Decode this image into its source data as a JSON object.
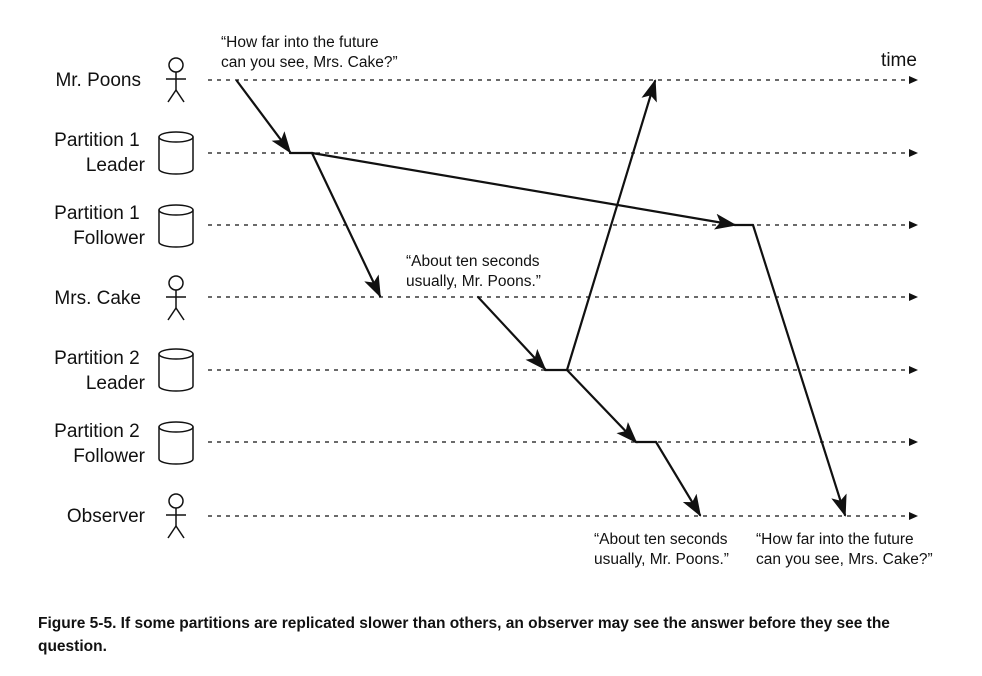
{
  "time_label": "time",
  "lanes": [
    {
      "id": "mr-poons",
      "label_lines": [
        "Mr. Poons"
      ],
      "icon": "person-icon"
    },
    {
      "id": "partition-1-leader",
      "label_lines": [
        "Partition 1",
        "Leader"
      ],
      "icon": "database-icon"
    },
    {
      "id": "partition-1-follower",
      "label_lines": [
        "Partition 1",
        "Follower"
      ],
      "icon": "database-icon"
    },
    {
      "id": "mrs-cake",
      "label_lines": [
        "Mrs. Cake"
      ],
      "icon": "person-icon"
    },
    {
      "id": "partition-2-leader",
      "label_lines": [
        "Partition 2",
        "Leader"
      ],
      "icon": "database-icon"
    },
    {
      "id": "partition-2-follower",
      "label_lines": [
        "Partition 2",
        "Follower"
      ],
      "icon": "database-icon"
    },
    {
      "id": "observer",
      "label_lines": [
        "Observer"
      ],
      "icon": "person-icon"
    }
  ],
  "annotations": {
    "question_sent": [
      "“How far into the future",
      "can you see, Mrs. Cake?”"
    ],
    "answer_sent": [
      "“About ten seconds",
      "usually, Mr. Poons.”"
    ],
    "answer_observed": [
      "“About ten seconds",
      "usually, Mr. Poons.”"
    ],
    "question_observed": [
      "“How far into the future",
      "can you see, Mrs. Cake?”"
    ]
  },
  "caption": "Figure 5-5. If some partitions are replicated slower than others, an observer may see the answer before they see the question.",
  "colors": {
    "ink": "#111111",
    "background": "#ffffff"
  }
}
